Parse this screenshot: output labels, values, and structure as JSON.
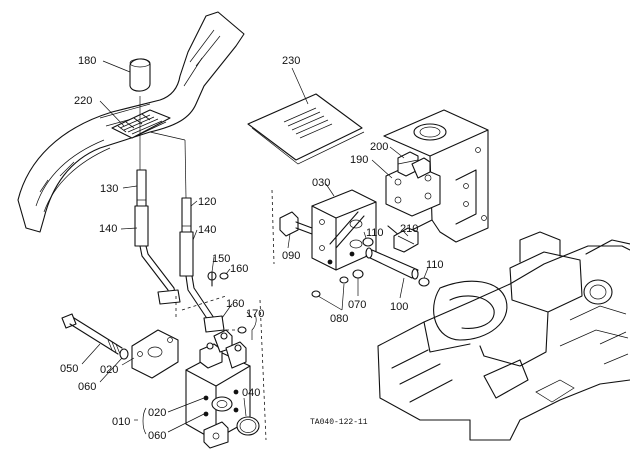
{
  "labels": {
    "p180": "180",
    "p220": "220",
    "p130": "130",
    "p140a": "140",
    "p120": "120",
    "p140b": "140",
    "p150": "150",
    "p160a": "160",
    "p160b": "160",
    "p170": "170",
    "p050": "050",
    "p060a": "060",
    "p020a": "020",
    "p010": "010",
    "p020b": "020",
    "p060b": "060",
    "p040": "040",
    "p230": "230",
    "p200": "200",
    "p190": "190",
    "p030": "030",
    "p110a": "110",
    "p210": "210",
    "p090": "090",
    "p070": "070",
    "p100": "100",
    "p110b": "110",
    "p080": "080"
  },
  "figure_code": "TA040-122-11"
}
